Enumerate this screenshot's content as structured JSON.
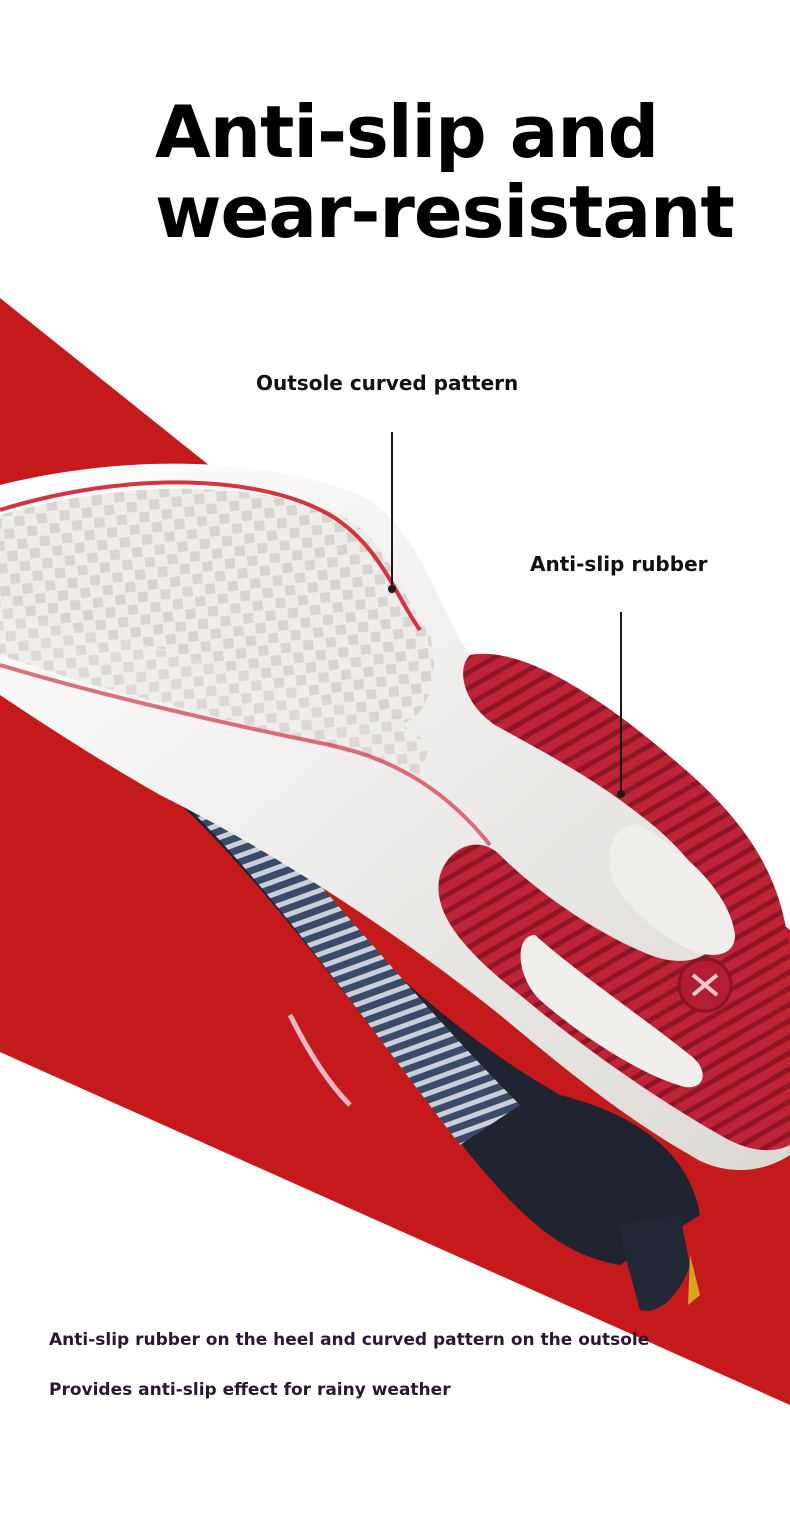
{
  "headline": {
    "line1": "Anti-slip and",
    "line2": "wear-resistant"
  },
  "callouts": {
    "outsole": "Outsole curved pattern",
    "rubber": "Anti-slip rubber"
  },
  "captions": {
    "line1": "Anti-slip rubber on the heel and curved pattern on the outsole",
    "line2": "Provides anti-slip effect for rainy weather"
  },
  "colors": {
    "background": "#ffffff",
    "accent_red": "#c41a1c",
    "rubber_red": "#c3263a",
    "sole_white": "#eeece9",
    "upper_navy": "#2a3448",
    "text": "#000000"
  }
}
